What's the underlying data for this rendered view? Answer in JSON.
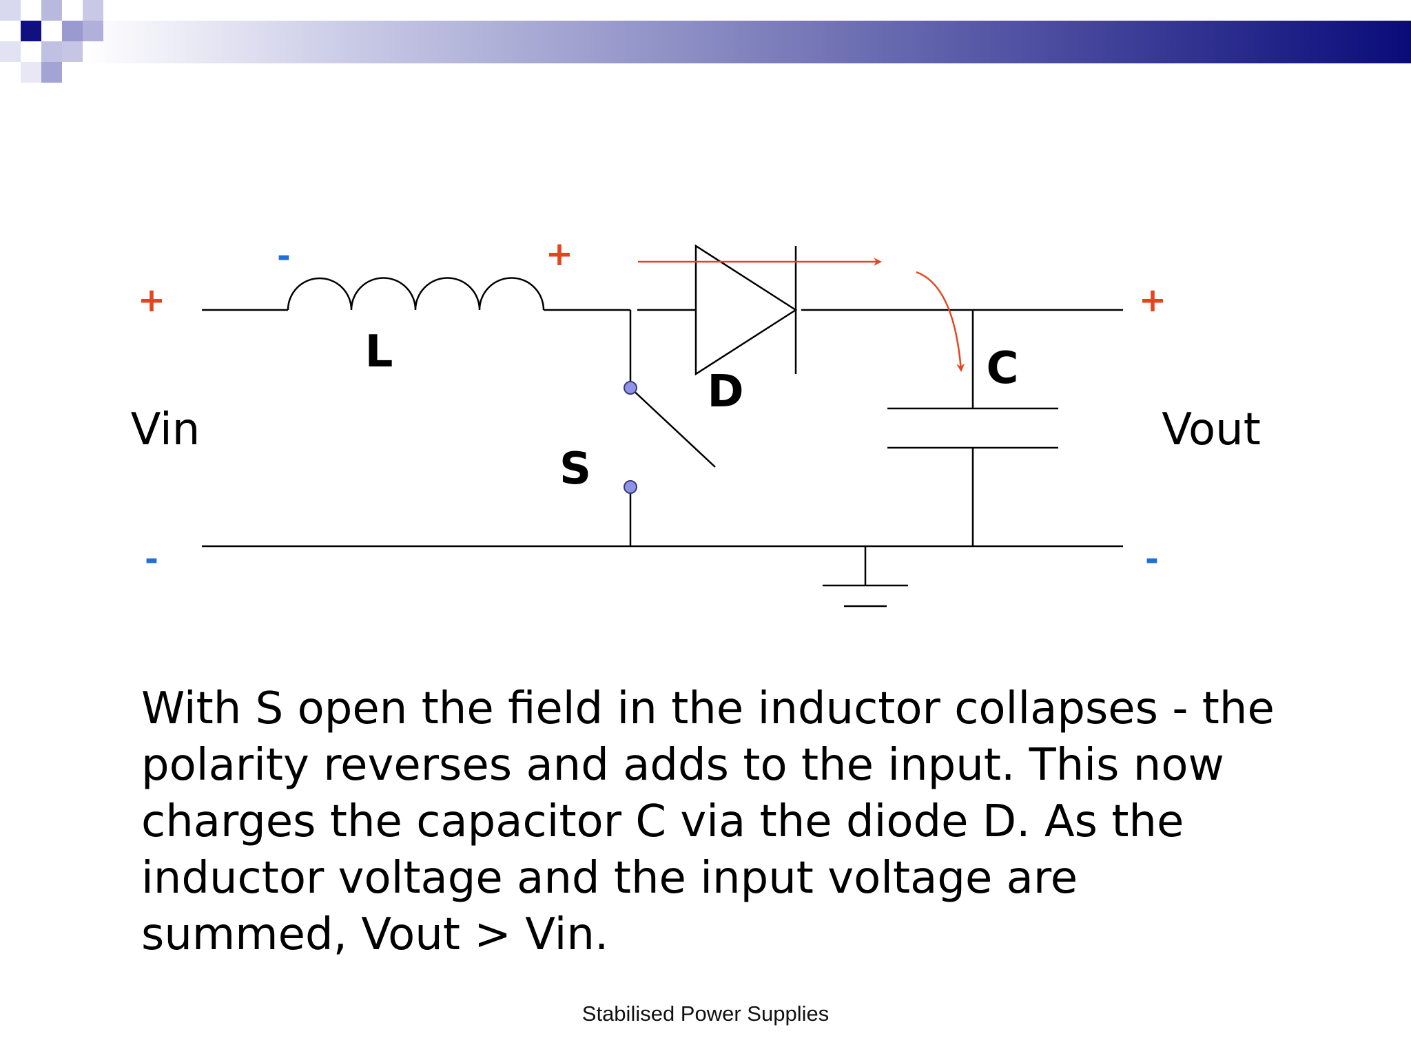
{
  "colors": {
    "plus_sign": "#e5451c",
    "minus_sign": "#1e6fd8",
    "current_arrow": "#e5451c",
    "switch_node": "#8f93e8",
    "header_dark": "#0a0b7a",
    "header_square_dark": "#101080",
    "header_square_light": "#9a9ad0"
  },
  "diagram": {
    "input_plus": "+",
    "input_minus": "-",
    "input_label": "Vin",
    "inductor_minus": "-",
    "inductor_plus": "+",
    "inductor_label": "L",
    "switch_label": "S",
    "diode_label": "D",
    "capacitor_label": "C",
    "output_plus": "+",
    "output_minus": "-",
    "output_label": "Vout"
  },
  "caption": "With S open the field in the inductor collapses - the polarity reverses and adds to the input. This now charges the capacitor C via the diode D. As the inductor voltage and the input voltage are summed, Vout > Vin.",
  "footer": "Stabilised Power Supplies"
}
